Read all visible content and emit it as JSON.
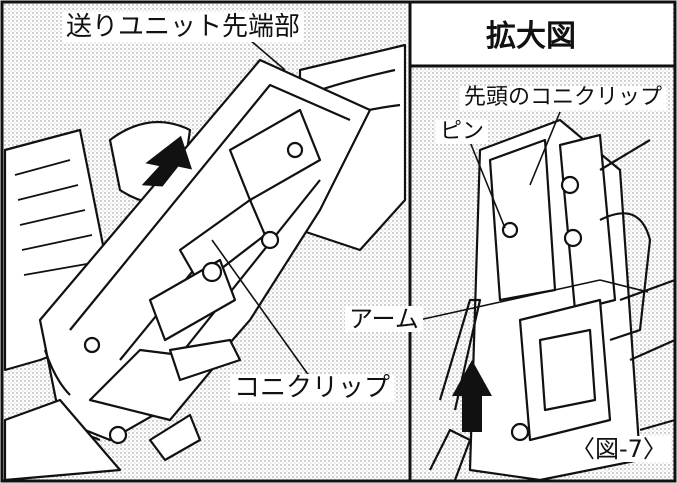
{
  "labels": {
    "feed_unit_tip": "送りユニット先端部",
    "enlarged_view": "拡大図",
    "leading_clip": "先頭のコニクリップ",
    "pin": "ピン",
    "arm": "アーム",
    "clip": "コニクリップ",
    "figure_number": "〈図-7〉"
  },
  "colors": {
    "ink": "#111111",
    "paper": "#ffffff",
    "screen": "#c8c8c8"
  },
  "icons": [
    "up-arrow-icon",
    "up-arrow-icon"
  ]
}
